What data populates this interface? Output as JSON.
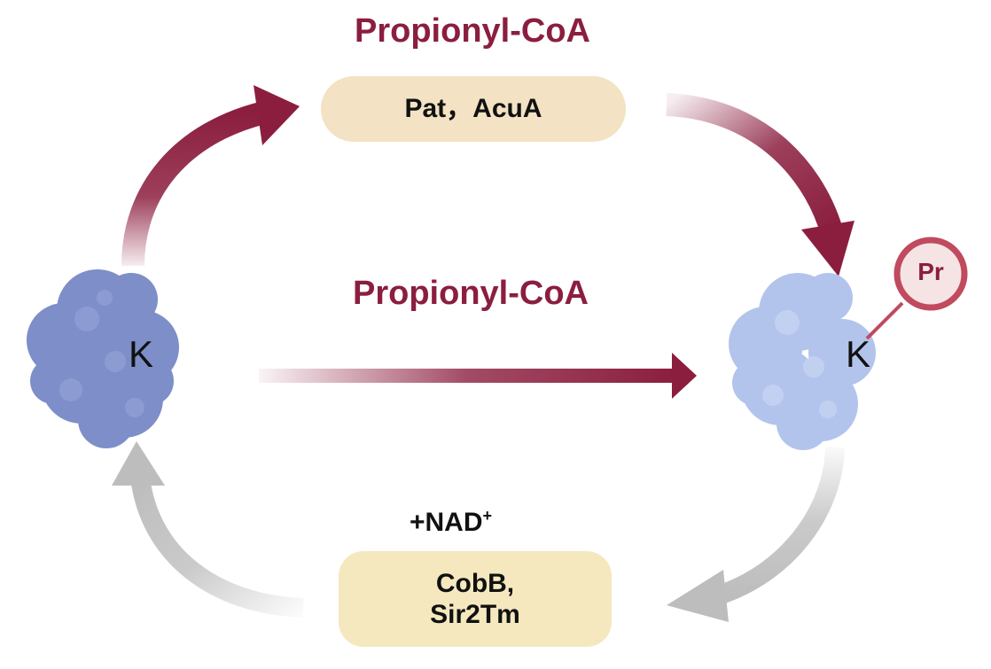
{
  "labels": {
    "acyl_donor_top": "Propionyl-CoA",
    "acyl_donor_middle": "Propionyl-CoA",
    "cofactor_main": "+NAD",
    "cofactor_sup": "+"
  },
  "enzymes": {
    "acyltransferases": "Pat，AcuA",
    "deacylases_line1": "CobB,",
    "deacylases_line2": "Sir2Tm"
  },
  "protein": {
    "residue_left": "K",
    "residue_right": "K",
    "modification": "Pr"
  },
  "colors": {
    "acylation_arrow": "#8b1e3f",
    "deacylation_arrow": "#c8c8c8",
    "protein_unmodified": "#7d8ec9",
    "protein_modified": "#b3c4ec",
    "modification_ring": "#c04a5e",
    "modification_fill": "#f6e4e4",
    "enzyme_top_fill": "#f3e2c3",
    "enzyme_bottom_fill": "#f5e8bf"
  },
  "icons": {
    "protein": "protein-blob-icon",
    "modification": "propionyl-badge-icon"
  }
}
